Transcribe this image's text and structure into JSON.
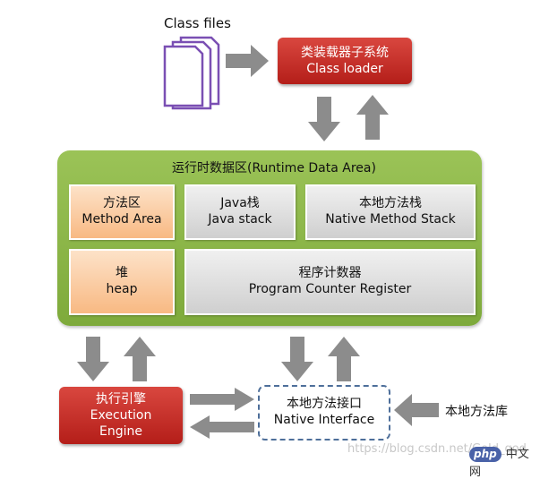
{
  "class_files": {
    "label": "Class files"
  },
  "class_loader": {
    "line1": "类装载器子系统",
    "line2": "Class loader"
  },
  "runtime_area": {
    "title": "运行时数据区(Runtime Data Area)",
    "method_area": {
      "line1": "方法区",
      "line2": "Method Area"
    },
    "java_stack": {
      "line1": "Java栈",
      "line2": "Java stack"
    },
    "native_method_stack": {
      "line1": "本地方法栈",
      "line2": "Native Method Stack"
    },
    "heap": {
      "line1": "堆",
      "line2": "heap"
    },
    "pc_register": {
      "line1": "程序计数器",
      "line2": "Program Counter Register"
    }
  },
  "execution_engine": {
    "line1": "执行引擎",
    "line2": "Execution",
    "line3": "Engine"
  },
  "native_interface": {
    "line1": "本地方法接口",
    "line2": "Native Interface"
  },
  "native_library": {
    "label": "本地方法库"
  },
  "watermark": {
    "url": "https://blog.csdn.net/Gold_god",
    "brand": "php",
    "brand_cn": "中文网"
  },
  "colors": {
    "red_box": "#c0302a",
    "green_area": "#8db84a",
    "orange_box": "#f9c08d",
    "gray_box": "#d9d9d9",
    "arrow": "#8c8c8c",
    "dashed_border": "#4e6f9a"
  }
}
